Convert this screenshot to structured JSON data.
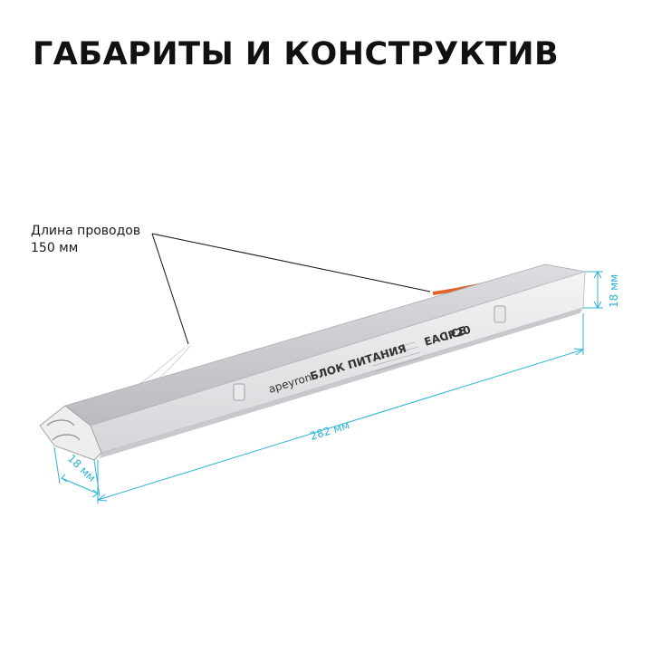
{
  "title": "ГАБАРИТЫ И КОНСТРУКТИВ",
  "wire_length_label": {
    "line1": "Длина проводов",
    "line2": "150 мм"
  },
  "dimensions": {
    "length": "282 мм",
    "height": "18 мм",
    "width": "18 мм"
  },
  "device": {
    "brand": "apeyron",
    "name": "БЛОК ПИТАНИЯ",
    "rating": "IP20",
    "cert_mark": "EAC CE"
  },
  "colors": {
    "dimension_line": "#2bb3d6",
    "title": "#111111",
    "body": "#e6e7e9"
  }
}
